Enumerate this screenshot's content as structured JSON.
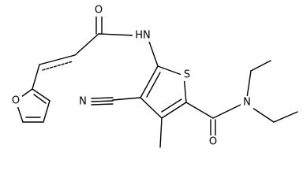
{
  "molecule": {
    "atom_labels": {
      "furan_oxygen": "O",
      "carbonyl_oxygen_top": "O",
      "amide_nh": "HN",
      "thiophene_sulfur": "S",
      "nitrile_nitrogen": "N",
      "amide_nitrogen": "N",
      "carbonyl_oxygen_bottom": "O"
    },
    "colors": {
      "bond": "#000000",
      "label": "#000000",
      "background": "#ffffff"
    }
  }
}
